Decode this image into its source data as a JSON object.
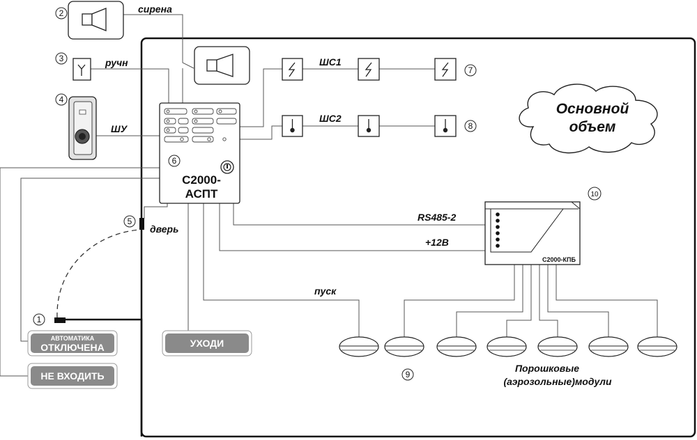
{
  "labels": {
    "siren": "сирена",
    "manual": "ручн",
    "control": "ШУ",
    "loop1": "ШС1",
    "loop2": "ШС2",
    "door": "дверь",
    "launch": "пуск",
    "rs485": "RS485-2",
    "power": "+12В",
    "object_line1": "Основной",
    "object_line2": "объем",
    "modules_line1": "Порошковые",
    "modules_line2": "(аэрозольные)модули"
  },
  "devices": {
    "controller_line1": "С2000-",
    "controller_line2": "АСПТ",
    "kpb": "С2000-КПБ"
  },
  "boards": {
    "auto_off_top": "АВТОМАТИКА",
    "auto_off_bottom": "ОТКЛЮЧЕНА",
    "do_not_enter": "НЕ ВХОДИТЬ",
    "leave": "УХОДИ"
  },
  "numbers": {
    "n1": "1",
    "n2": "2",
    "n3": "3",
    "n4": "4",
    "n5": "5",
    "n6": "6",
    "n7": "7",
    "n8": "8",
    "n9": "9",
    "n10": "10"
  },
  "colors": {
    "line": "#555555",
    "outline": "#222222",
    "board_fill": "#8a8a8a",
    "board_text": "#ffffff"
  }
}
